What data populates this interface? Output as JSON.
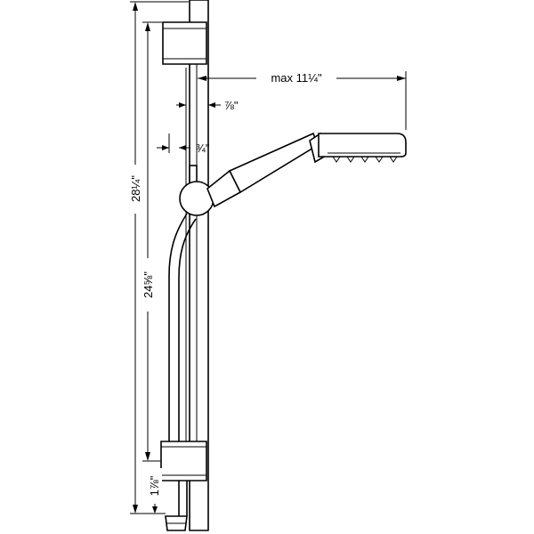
{
  "diagram": {
    "dimensions": {
      "overall_height": "28¼\"",
      "rail_span": "24⅝\"",
      "bottom_offset": "1⅞\"",
      "head_reach": "max 11¼\"",
      "bracket_depth": "⅞\"",
      "slider_offset": "¾\""
    }
  }
}
